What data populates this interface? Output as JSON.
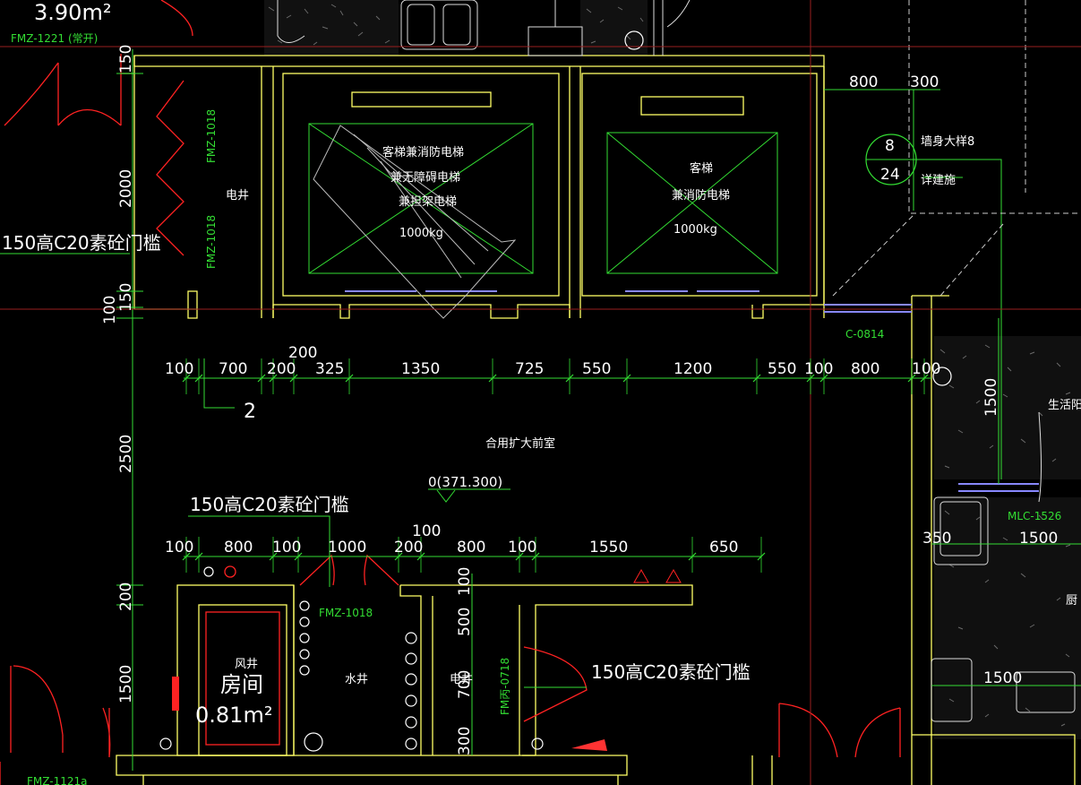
{
  "colors": {
    "background": "#000000",
    "wall": "#ffff66",
    "dimension": "#33dd33",
    "door": "#ff2222",
    "text": "#ffffff",
    "green_label": "#33dd33",
    "hatch": "#aaaaaa",
    "cyan": "#8888ff"
  },
  "labels": {
    "area_top": "3.90m²",
    "door_fm1221": "FMZ-1221 (常开)",
    "door_fm1018_a": "FMZ-1018",
    "door_fm1018_b": "FMZ-1018",
    "door_fm1018_c": "FMZ-1018",
    "door_fm0718": "FM丙-0718",
    "door_fm1121": "FMZ-1121a",
    "window_c0814": "C-0814",
    "door_mlc1526": "MLC-1526",
    "elec_shaft_top": "电井",
    "elec_shaft_bottom": "电井",
    "water_shaft": "水井",
    "wind_shaft": "风井",
    "room": "房间",
    "room_area": "0.81m²",
    "lobby": "合用扩大前室",
    "elevation": "0(371.300)",
    "sill_note_1": "150高C20素砼门槛",
    "sill_note_2": "150高C20素砼门槛",
    "sill_note_3": "150高C20素砼门槛",
    "elevator1_line1": "客梯兼消防电梯",
    "elevator1_line2": "兼无障碍电梯",
    "elevator1_line3": "兼担架电梯",
    "elevator1_load": "1000kg",
    "elevator2_line1": "客梯",
    "elevator2_line2": "兼消防电梯",
    "elevator2_load": "1000kg",
    "detail_ref_top": "8",
    "detail_ref_bottom": "24",
    "detail_note_1": "墙身大样8",
    "detail_note_2": "详建施",
    "balcony": "生活阳",
    "kitchen": "厨",
    "grid_mark": "2"
  },
  "dimensions": {
    "top_row": [
      "100",
      "700",
      "200",
      "325",
      "1350",
      "725",
      "550",
      "1200",
      "550",
      "100",
      "800",
      "100"
    ],
    "top_row_extra": "200",
    "bottom_row": [
      "100",
      "800",
      "100",
      "1000",
      "200",
      "800",
      "100",
      "1550",
      "650"
    ],
    "bottom_row_extra": "100",
    "top_right": [
      "800",
      "300"
    ],
    "left_upper": [
      "150",
      "2000",
      "150"
    ],
    "left_mid": [
      "100",
      "2500"
    ],
    "left_lower": [
      "200",
      "1500"
    ],
    "shaft_vertical": [
      "100",
      "500",
      "700",
      "300"
    ],
    "right_side": [
      "1500",
      "350",
      "1500",
      "1500"
    ]
  }
}
